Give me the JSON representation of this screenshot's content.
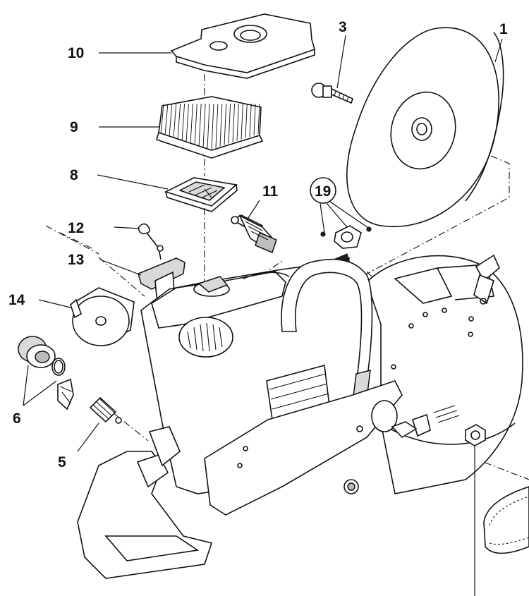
{
  "labels": {
    "p1": "1",
    "p3": "3",
    "p5": "5",
    "p6": "6",
    "p8": "8",
    "p9": "9",
    "p10": "10",
    "p11": "11",
    "p12": "12",
    "p13": "13",
    "p14": "14",
    "p19": "19"
  },
  "colors": {
    "line": "#111111",
    "background": "#ffffff",
    "shade_light": "#d9d9d9",
    "shade_mid": "#bdbdbd"
  }
}
